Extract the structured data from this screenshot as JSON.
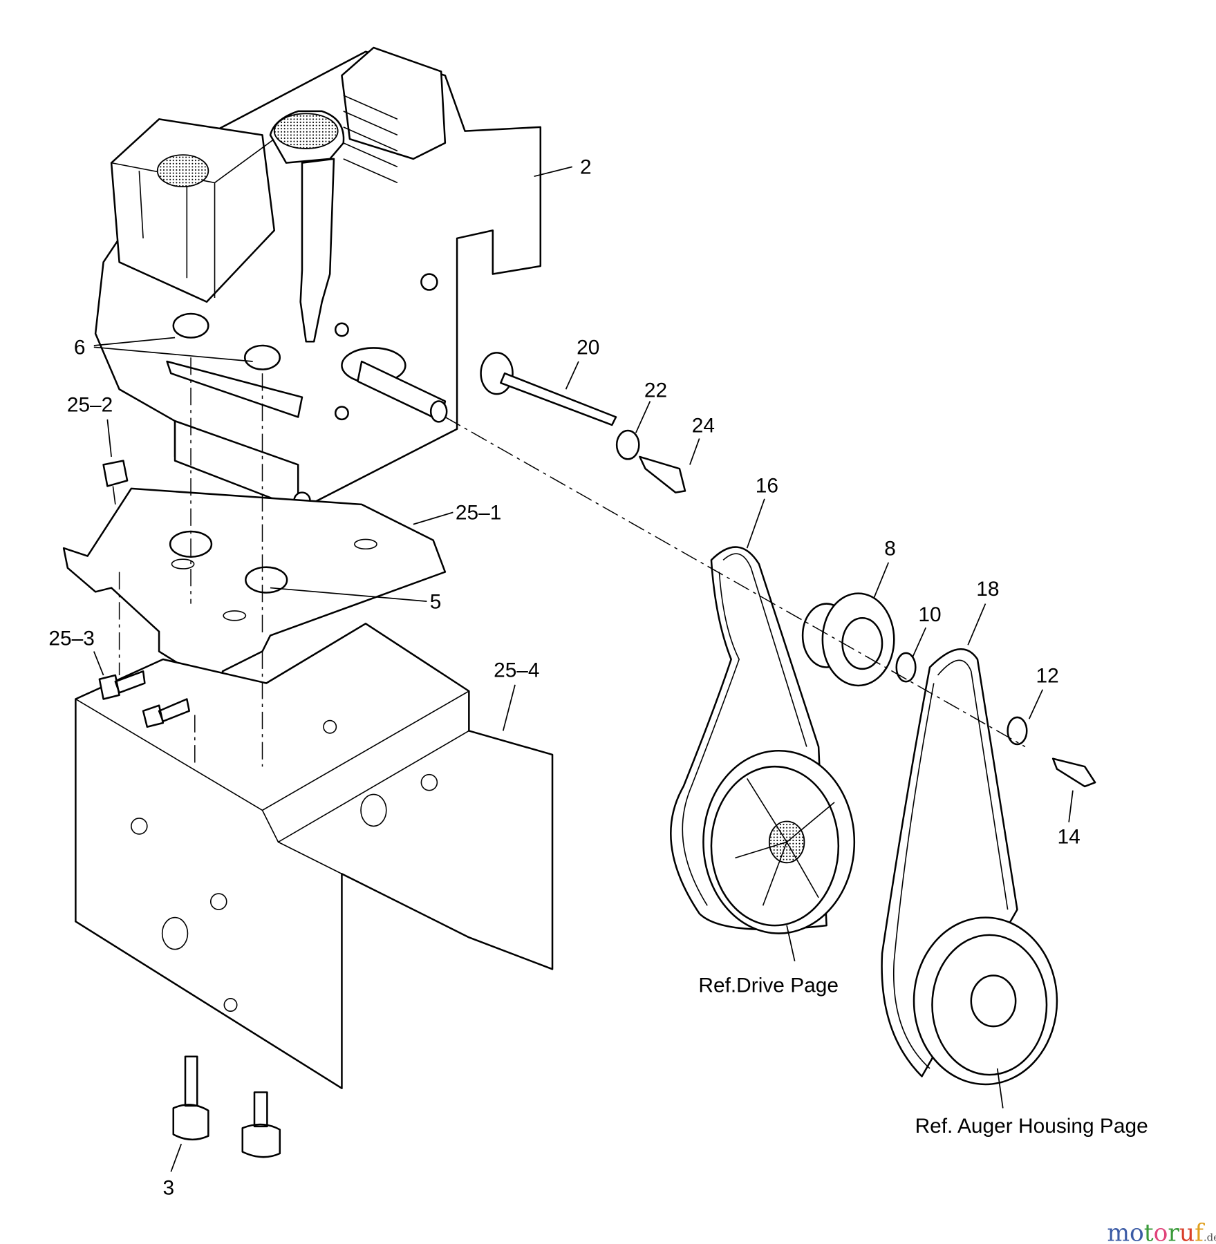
{
  "diagram": {
    "callouts": {
      "p2": "2",
      "p3": "3",
      "p5": "5",
      "p6": "6",
      "p8": "8",
      "p10": "10",
      "p12": "12",
      "p14": "14",
      "p16": "16",
      "p18": "18",
      "p20": "20",
      "p22": "22",
      "p24": "24",
      "p25_1": "25–1",
      "p25_2": "25–2",
      "p25_3": "25–3",
      "p25_4": "25–4"
    },
    "references": {
      "drive": "Ref.Drive Page",
      "auger": "Ref. Auger Housing Page"
    }
  },
  "watermark": {
    "brand": "motoruf",
    "suffix": ".de",
    "letter_colors": [
      "#3b5ba5",
      "#3b5ba5",
      "#3a9a3a",
      "#e0457b",
      "#3a9a3a",
      "#d9402b",
      "#e0a020"
    ]
  }
}
